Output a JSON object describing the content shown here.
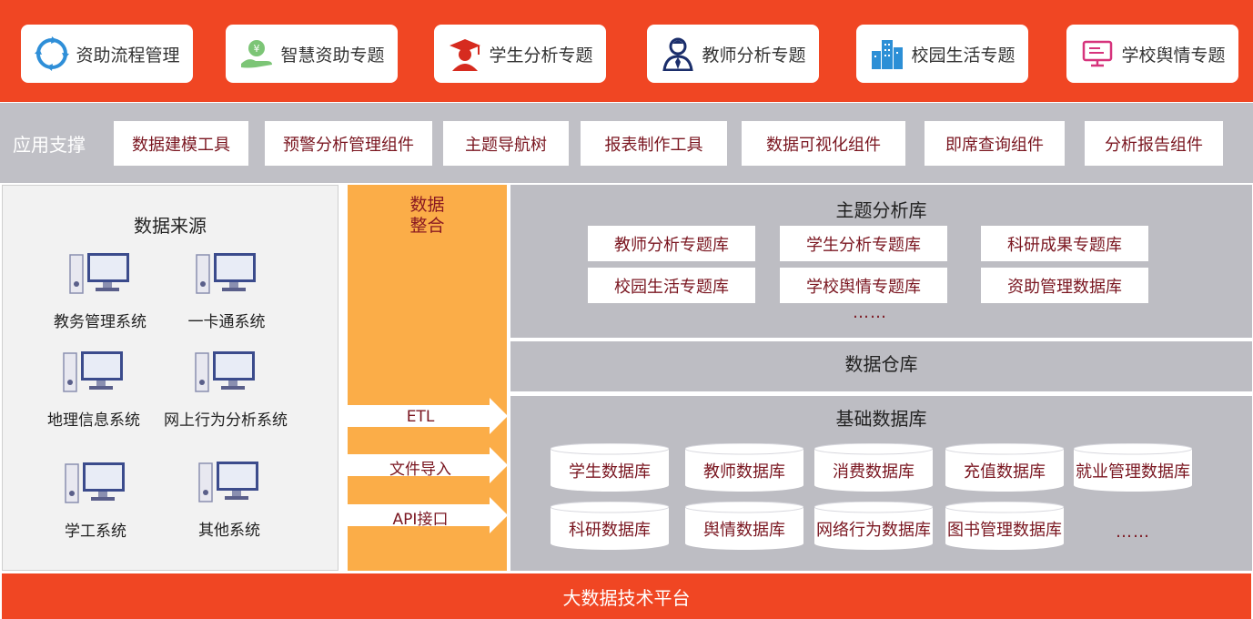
{
  "top_topics": [
    {
      "label": "资助流程管理",
      "icon": "cycle-arrows-icon"
    },
    {
      "label": "智慧资助专题",
      "icon": "money-hand-icon"
    },
    {
      "label": "学生分析专题",
      "icon": "graduate-cap-icon"
    },
    {
      "label": "教师分析专题",
      "icon": "teacher-person-icon"
    },
    {
      "label": "校园生活专题",
      "icon": "buildings-icon"
    },
    {
      "label": "学校舆情专题",
      "icon": "monitor-chart-icon"
    }
  ],
  "support": {
    "title": "应用支撑",
    "items": [
      "数据建模工具",
      "预警分析管理组件",
      "主题导航树",
      "报表制作工具",
      "数据可视化组件",
      "即席查询组件",
      "分析报告组件"
    ]
  },
  "sources": {
    "title": "数据来源",
    "items": [
      "教务管理系统",
      "一卡通系统",
      "地理信息系统",
      "网上行为分析系统",
      "学工系统",
      "其他系统"
    ]
  },
  "integration": {
    "title_line1": "数据",
    "title_line2": "整合",
    "arrows": [
      "ETL",
      "文件导入",
      "API接口"
    ]
  },
  "theme_library": {
    "title": "主题分析库",
    "items": [
      "教师分析专题库",
      "学生分析专题库",
      "科研成果专题库",
      "校园生活专题库",
      "学校舆情专题库",
      "资助管理数据库"
    ],
    "more": "……"
  },
  "warehouse": {
    "title": "数据仓库"
  },
  "base_db": {
    "title": "基础数据库",
    "items": [
      "学生数据库",
      "教师数据库",
      "消费数据库",
      "充值数据库",
      "就业管理数据库",
      "科研数据库",
      "舆情数据库",
      "网络行为数据库",
      "图书管理数据库"
    ],
    "more": "……"
  },
  "platform": "大数据技术平台",
  "colors": {
    "brand_red": "#f04623",
    "orange": "#fbad48",
    "panel_gray": "#bdbdc3",
    "text_dark_red": "#7a1620"
  }
}
